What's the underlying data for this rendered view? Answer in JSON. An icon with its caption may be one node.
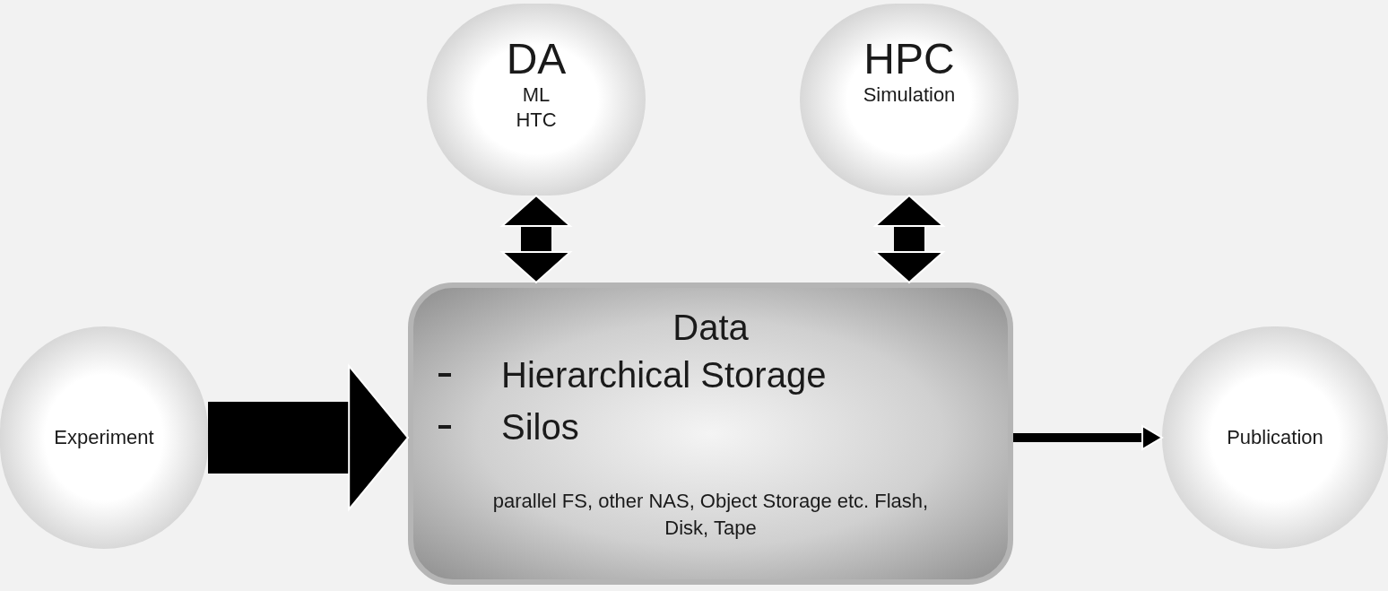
{
  "diagram": {
    "nodes": [
      {
        "text": [
          "DA",
          "ML HTC"
        ]
      },
      {
        "text": [
          "HPC",
          "Simulation"
        ]
      },
      {
        "text": [
          "Experiment"
        ]
      },
      {
        "text": [
          "Data",
          "Hierarchical Storage",
          "Silos",
          "parallel FS, other NAS, Object Storage etc. Flash, Disk, Tape"
        ]
      },
      {
        "text": [
          "Publication"
        ]
      }
    ],
    "edges": [
      {
        "from": 0,
        "to": 3,
        "arrow": "both"
      },
      {
        "from": 1,
        "to": 3,
        "arrow": "both"
      },
      {
        "from": 2,
        "to": 3,
        "arrow": "to",
        "style": "thick"
      },
      {
        "from": 3,
        "to": 4,
        "arrow": "to"
      }
    ]
  }
}
